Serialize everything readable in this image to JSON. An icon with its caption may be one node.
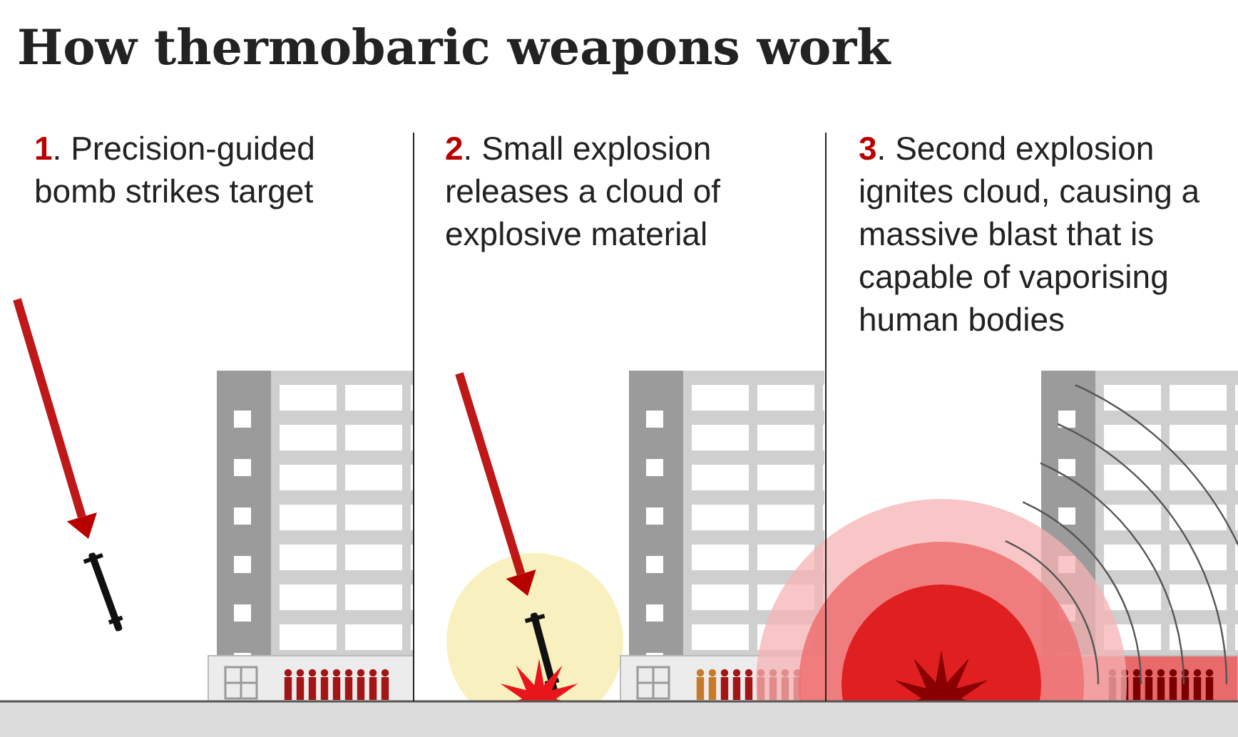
{
  "diagram": {
    "title": "How thermobaric weapons work",
    "labels": [
      "**1**. Precision-guided bomb strikes target",
      "**2**. Small explosion releases a cloud of explosive material",
      "**3**. Second explosion ignites cloud, causing a massive blast that is capable of vaporising human bodies"
    ]
  }
}
